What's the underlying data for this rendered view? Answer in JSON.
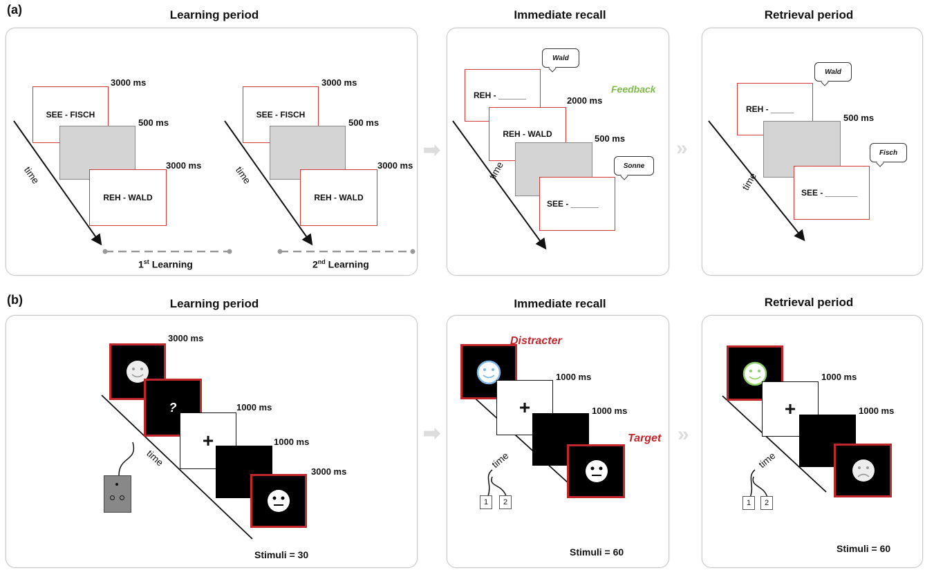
{
  "labels": {
    "a": "(a)",
    "b": "(b)"
  },
  "row_a": {
    "titles": {
      "learning": "Learning period",
      "recall": "Immediate recall",
      "retrieval": "Retrieval period"
    },
    "learning": {
      "card1": "SEE - FISCH",
      "card2": "REH - WALD",
      "ms_3000": "3000 ms",
      "ms_500": "500 ms",
      "time": "time",
      "first_learning": "1",
      "first_sup": "st",
      "first_rest": " Learning",
      "second_learning": "2",
      "second_sup": "nd",
      "second_rest": " Learning"
    },
    "recall": {
      "card1": "REH - ______",
      "card2": "REH - WALD",
      "card3": "SEE - ______",
      "bubble1": "Wald",
      "bubble2": "Sonne",
      "feedback": "Feedback",
      "ms_2000": "2000 ms",
      "ms_500": "500 ms",
      "time": "time"
    },
    "retrieval": {
      "card1": "REH - _____",
      "card2": "SEE - _______",
      "bubble1": "Wald",
      "bubble2": "Fisch",
      "ms_500": "500 ms",
      "time": "time"
    }
  },
  "row_b": {
    "titles": {
      "learning": "Learning period",
      "recall": "Immediate recall",
      "retrieval": "Retrieval period"
    },
    "learning": {
      "ms_3000_top": "3000 ms",
      "ms_1000_a": "1000 ms",
      "ms_1000_b": "1000 ms",
      "ms_3000_bot": "3000 ms",
      "question": "?",
      "plus": "+",
      "time": "time",
      "stimuli": "Stimuli = 30"
    },
    "recall": {
      "distracter": "Distracter",
      "target": "Target",
      "ms_1000_a": "1000 ms",
      "ms_1000_b": "1000 ms",
      "plus": "+",
      "time": "time",
      "key1": "1",
      "key2": "2",
      "stimuli": "Stimuli = 60"
    },
    "retrieval": {
      "ms_1000_a": "1000 ms",
      "ms_1000_b": "1000 ms",
      "plus": "+",
      "time": "time",
      "key1": "1",
      "key2": "2",
      "stimuli": "Stimuli = 60"
    }
  },
  "colors": {
    "accent_red": "#c0262b",
    "feedback_green": "#7dbb4a",
    "smiley_blue": "#7eb7e8",
    "smiley_green": "#8fcf6a"
  }
}
